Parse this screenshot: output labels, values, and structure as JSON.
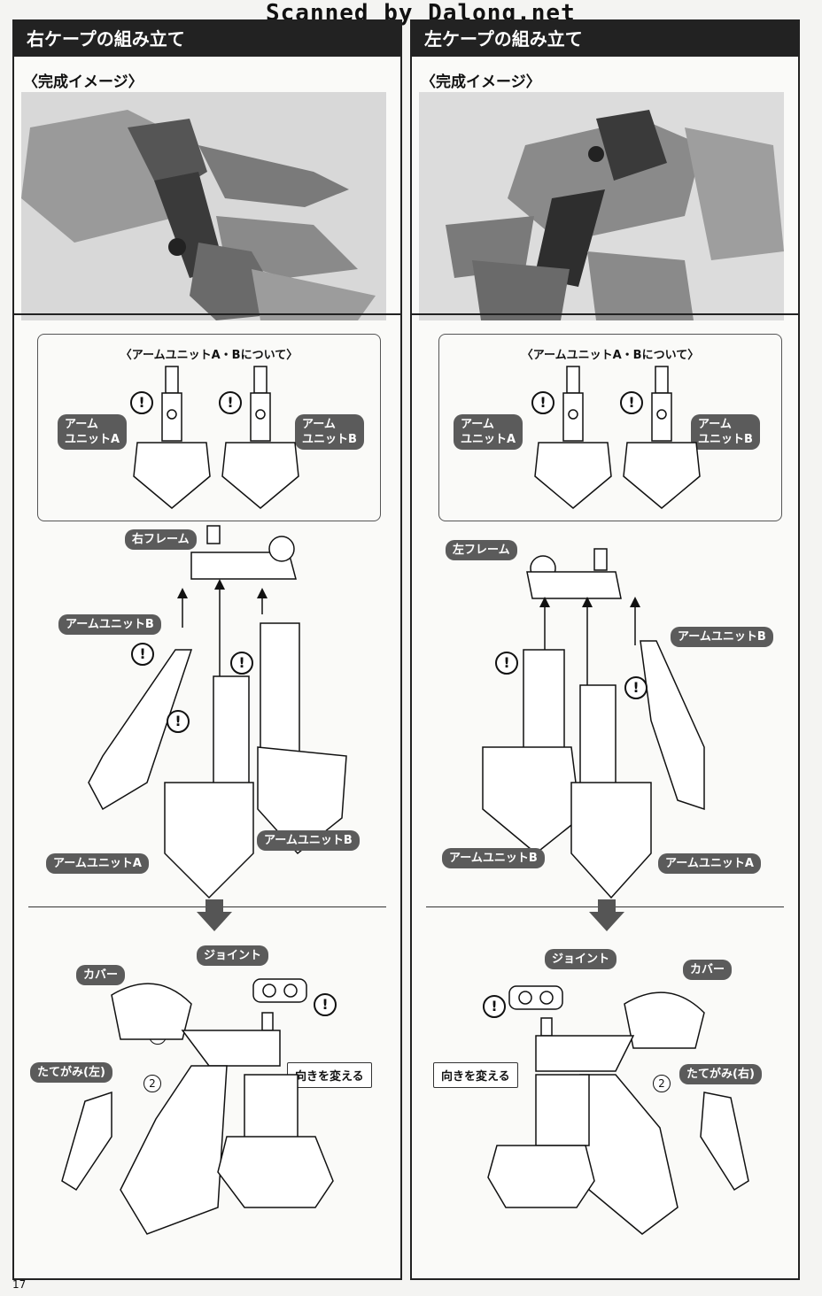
{
  "watermark": "Scanned by Dalong.net",
  "page_number": "17",
  "left": {
    "title": "右ケープの組み立て",
    "image_label": "〈完成イメージ〉",
    "box_title": "〈アームユニットA・Bについて〉",
    "box_label_a": "アーム\nユニットA",
    "box_label_b": "アーム\nユニットB",
    "frame_label": "右フレーム",
    "arm_b_top": "アームユニットB",
    "arm_a_bottom": "アームユニットA",
    "arm_b_bottom": "アームユニットB",
    "joint": "ジョイント",
    "cover": "カバー",
    "mane": "たてがみ(左)",
    "turn": "向きを変える"
  },
  "right": {
    "title": "左ケープの組み立て",
    "image_label": "〈完成イメージ〉",
    "box_title": "〈アームユニットA・Bについて〉",
    "box_label_a": "アーム\nユニットA",
    "box_label_b": "アーム\nユニットB",
    "frame_label": "左フレーム",
    "arm_b_top": "アームユニットB",
    "arm_b_bottom": "アームユニットB",
    "arm_a_bottom": "アームユニットA",
    "joint": "ジョイント",
    "cover": "カバー",
    "mane": "たてがみ(右)",
    "turn": "向きを変える"
  },
  "symbols": {
    "warning": "!",
    "step1": "1",
    "step2": "2"
  }
}
